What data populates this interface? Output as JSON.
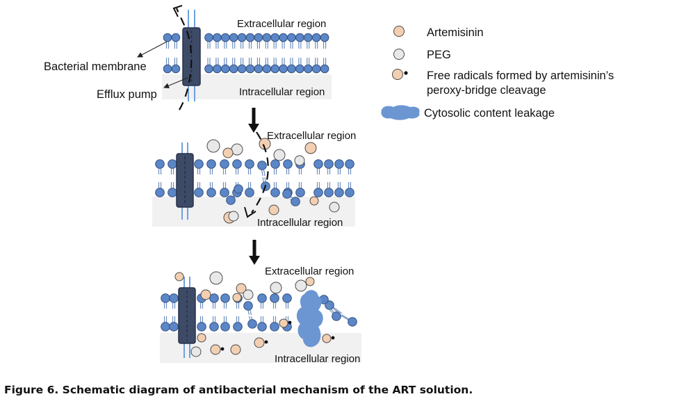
{
  "colors": {
    "lipid_head": "#5b86c7",
    "lipid_outline": "#33507e",
    "lipid_tail": "#6f8fbf",
    "pump": "#3e4b66",
    "pump_channel": "#6fa0df",
    "artemisinin": "#f3cfb2",
    "peg": "#e8e8e8",
    "leak": "#6b96d2",
    "intracellular_bg": "#f1f1f1"
  },
  "panels": [
    {
      "extracellular_label": "Extracellular region",
      "intracellular_label": "Intracellular region",
      "membrane_label": "Bacterial membrane",
      "pump_label": "Efflux pump"
    },
    {
      "extracellular_label": "Extracellular region",
      "intracellular_label": "Intracellular region"
    },
    {
      "extracellular_label": "Extracellular region",
      "intracellular_label": "Intracellular region"
    }
  ],
  "legend": {
    "artemisinin": "Artemisinin",
    "peg": "PEG",
    "radicals_line1": "Free radicals formed by artemisinin’s",
    "radicals_line2": "peroxy-bridge cleavage",
    "leakage": "Cytosolic content leakage"
  },
  "caption": "Figure 6. Schematic diagram of antibacterial mechanism of the ART solution."
}
